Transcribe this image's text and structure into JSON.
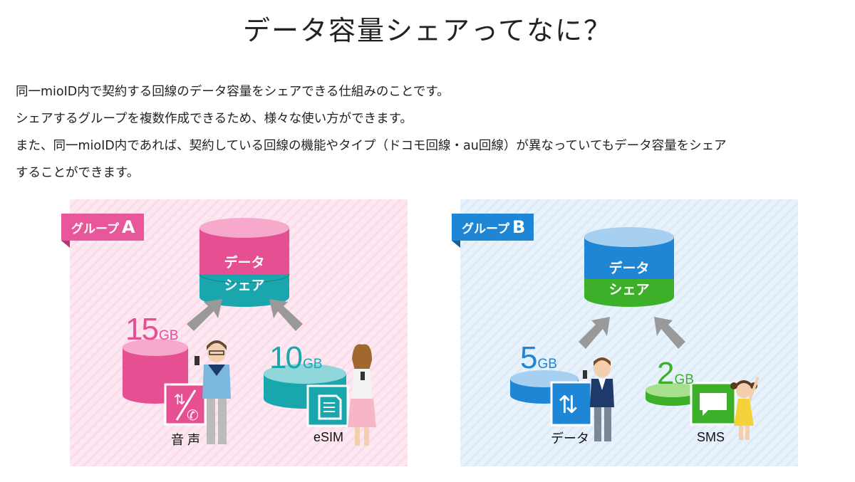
{
  "title": "データ容量シェアってなに？",
  "description": [
    "同一mioID内で契約する回線のデータ容量をシェアできる仕組みのことです。",
    "シェアするグループを複数作成できるため、様々な使い方ができます。",
    "また、同一mioID内であれば、契約している回線の機能やタイプ（ドコモ回線・au回線）が異なっていてもデータ容量をシェア",
    "することができます。"
  ],
  "groups": [
    {
      "tag": "グループ",
      "letter": "A",
      "share_top": "データ",
      "share_bottom": "シェア",
      "left": {
        "amount": "15",
        "unit": "GB",
        "label": "音 声",
        "icon": "data-voice-icon"
      },
      "right": {
        "amount": "10",
        "unit": "GB",
        "label": "eSIM",
        "icon": "esim-card-icon"
      },
      "colors": {
        "accent": "#e8579a",
        "share_top": "#e74f93",
        "share_bottom": "#1aa6ad"
      }
    },
    {
      "tag": "グループ",
      "letter": "B",
      "share_top": "データ",
      "share_bottom": "シェア",
      "left": {
        "amount": "5",
        "unit": "GB",
        "label": "データ",
        "icon": "data-transfer-icon"
      },
      "right": {
        "amount": "2",
        "unit": "GB",
        "label": "SMS",
        "icon": "sms-bubble-icon"
      },
      "colors": {
        "accent": "#1f86d6",
        "share_top": "#1f86d6",
        "share_bottom": "#3db02a"
      }
    }
  ]
}
